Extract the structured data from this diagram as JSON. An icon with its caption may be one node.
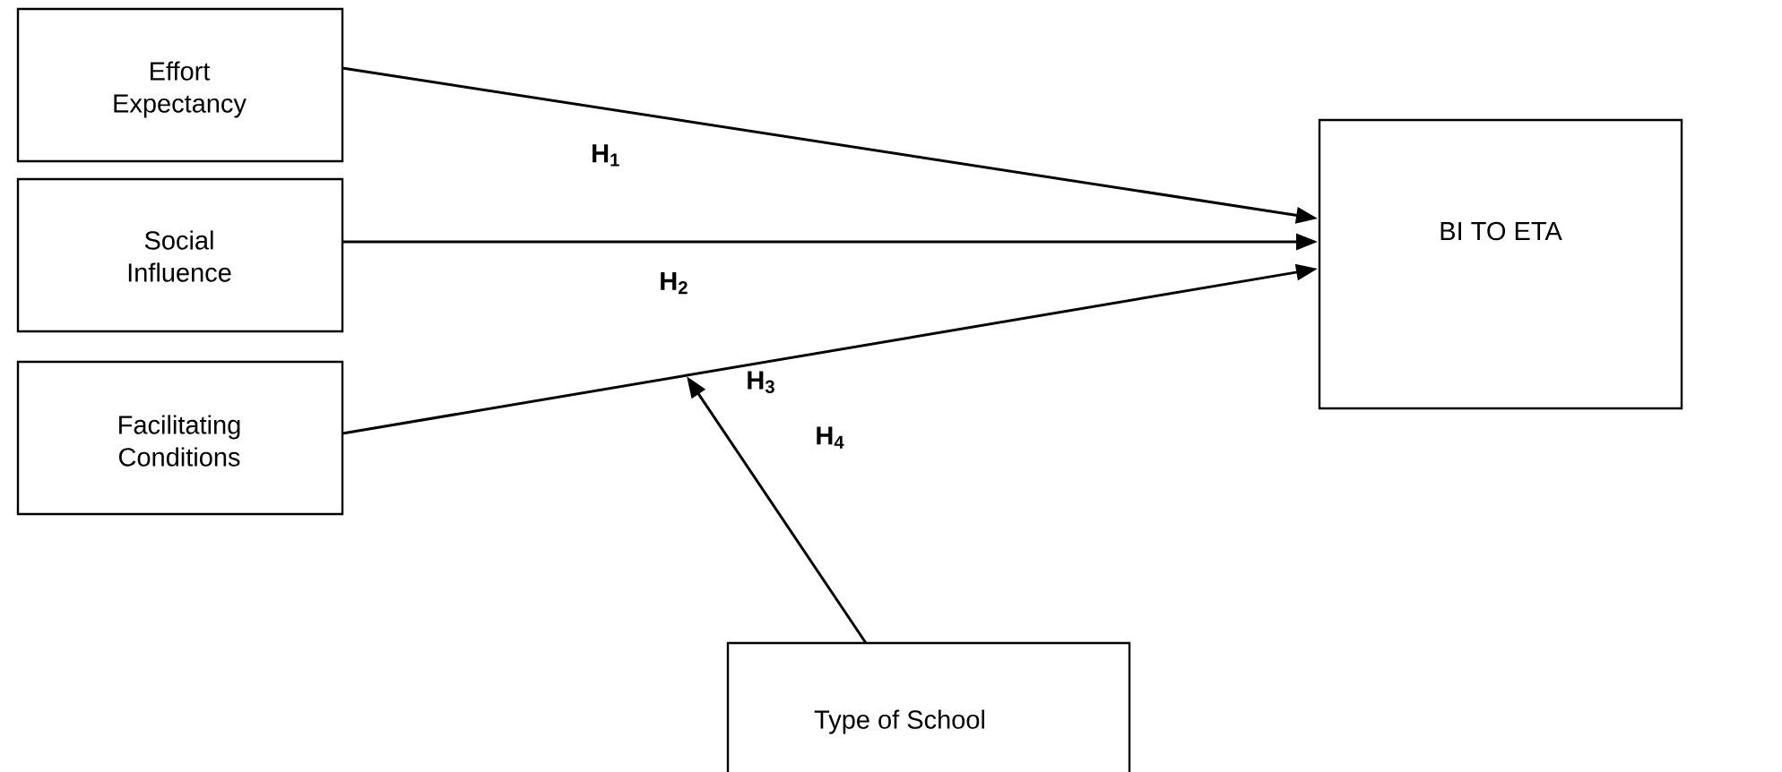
{
  "diagram": {
    "nodes": [
      {
        "text": [
          "Effort Expectancy"
        ]
      },
      {
        "text": [
          "Social Influence"
        ]
      },
      {
        "text": [
          "Facilitating Conditions"
        ]
      },
      {
        "text": [
          "BI TO ETA"
        ]
      },
      {
        "text": [
          "Type of School"
        ]
      }
    ],
    "edges": [
      {
        "from": 0,
        "to": 3,
        "arrow": "to",
        "label": "H$_{1}$"
      },
      {
        "from": 1,
        "to": 3,
        "arrow": "to",
        "label": "H$_{2}$"
      },
      {
        "from": 2,
        "to": 3,
        "arrow": "to",
        "label": "H$_{3}$"
      },
      {
        "from": 4,
        "to": null,
        "arrow": "to",
        "label": "H$_{4}$"
      }
    ]
  }
}
